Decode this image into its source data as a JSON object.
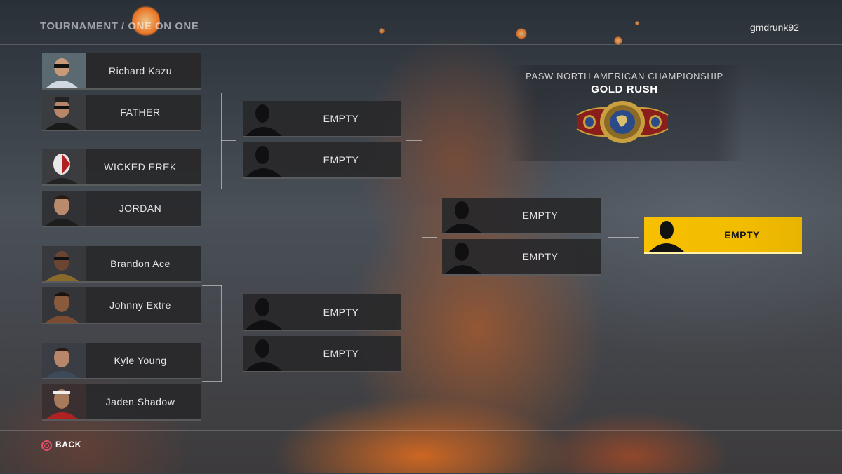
{
  "header": {
    "breadcrumb": "TOURNAMENT / ONE ON ONE",
    "username": "gmdrunk92"
  },
  "championship": {
    "name": "PASW NORTH AMERICAN CHAMPIONSHIP",
    "title": "GOLD RUSH",
    "belt_icon": "championship-belt"
  },
  "round1": [
    {
      "label": "Richard Kazu",
      "portrait": "wrestler-portrait"
    },
    {
      "label": "FATHER",
      "portrait": "wrestler-portrait"
    },
    {
      "label": "WICKED EREK",
      "portrait": "wrestler-portrait"
    },
    {
      "label": "JORDAN",
      "portrait": "wrestler-portrait"
    },
    {
      "label": "Brandon Ace",
      "portrait": "wrestler-portrait"
    },
    {
      "label": "Johnny Extre",
      "portrait": "wrestler-portrait"
    },
    {
      "label": "Kyle Young",
      "portrait": "wrestler-portrait"
    },
    {
      "label": "Jaden Shadow",
      "portrait": "wrestler-portrait"
    }
  ],
  "round2": [
    {
      "label": "EMPTY",
      "portrait": "silhouette"
    },
    {
      "label": "EMPTY",
      "portrait": "silhouette"
    },
    {
      "label": "EMPTY",
      "portrait": "silhouette"
    },
    {
      "label": "EMPTY",
      "portrait": "silhouette"
    }
  ],
  "round3": [
    {
      "label": "EMPTY",
      "portrait": "silhouette"
    },
    {
      "label": "EMPTY",
      "portrait": "silhouette"
    }
  ],
  "winner": {
    "label": "EMPTY",
    "portrait": "silhouette"
  },
  "footer": {
    "back_label": "BACK",
    "back_icon": "circle-button-icon",
    "back_color": "#e4506a"
  },
  "colors": {
    "winner_slot": "#f7c000",
    "slot_bg": "#28282a"
  }
}
